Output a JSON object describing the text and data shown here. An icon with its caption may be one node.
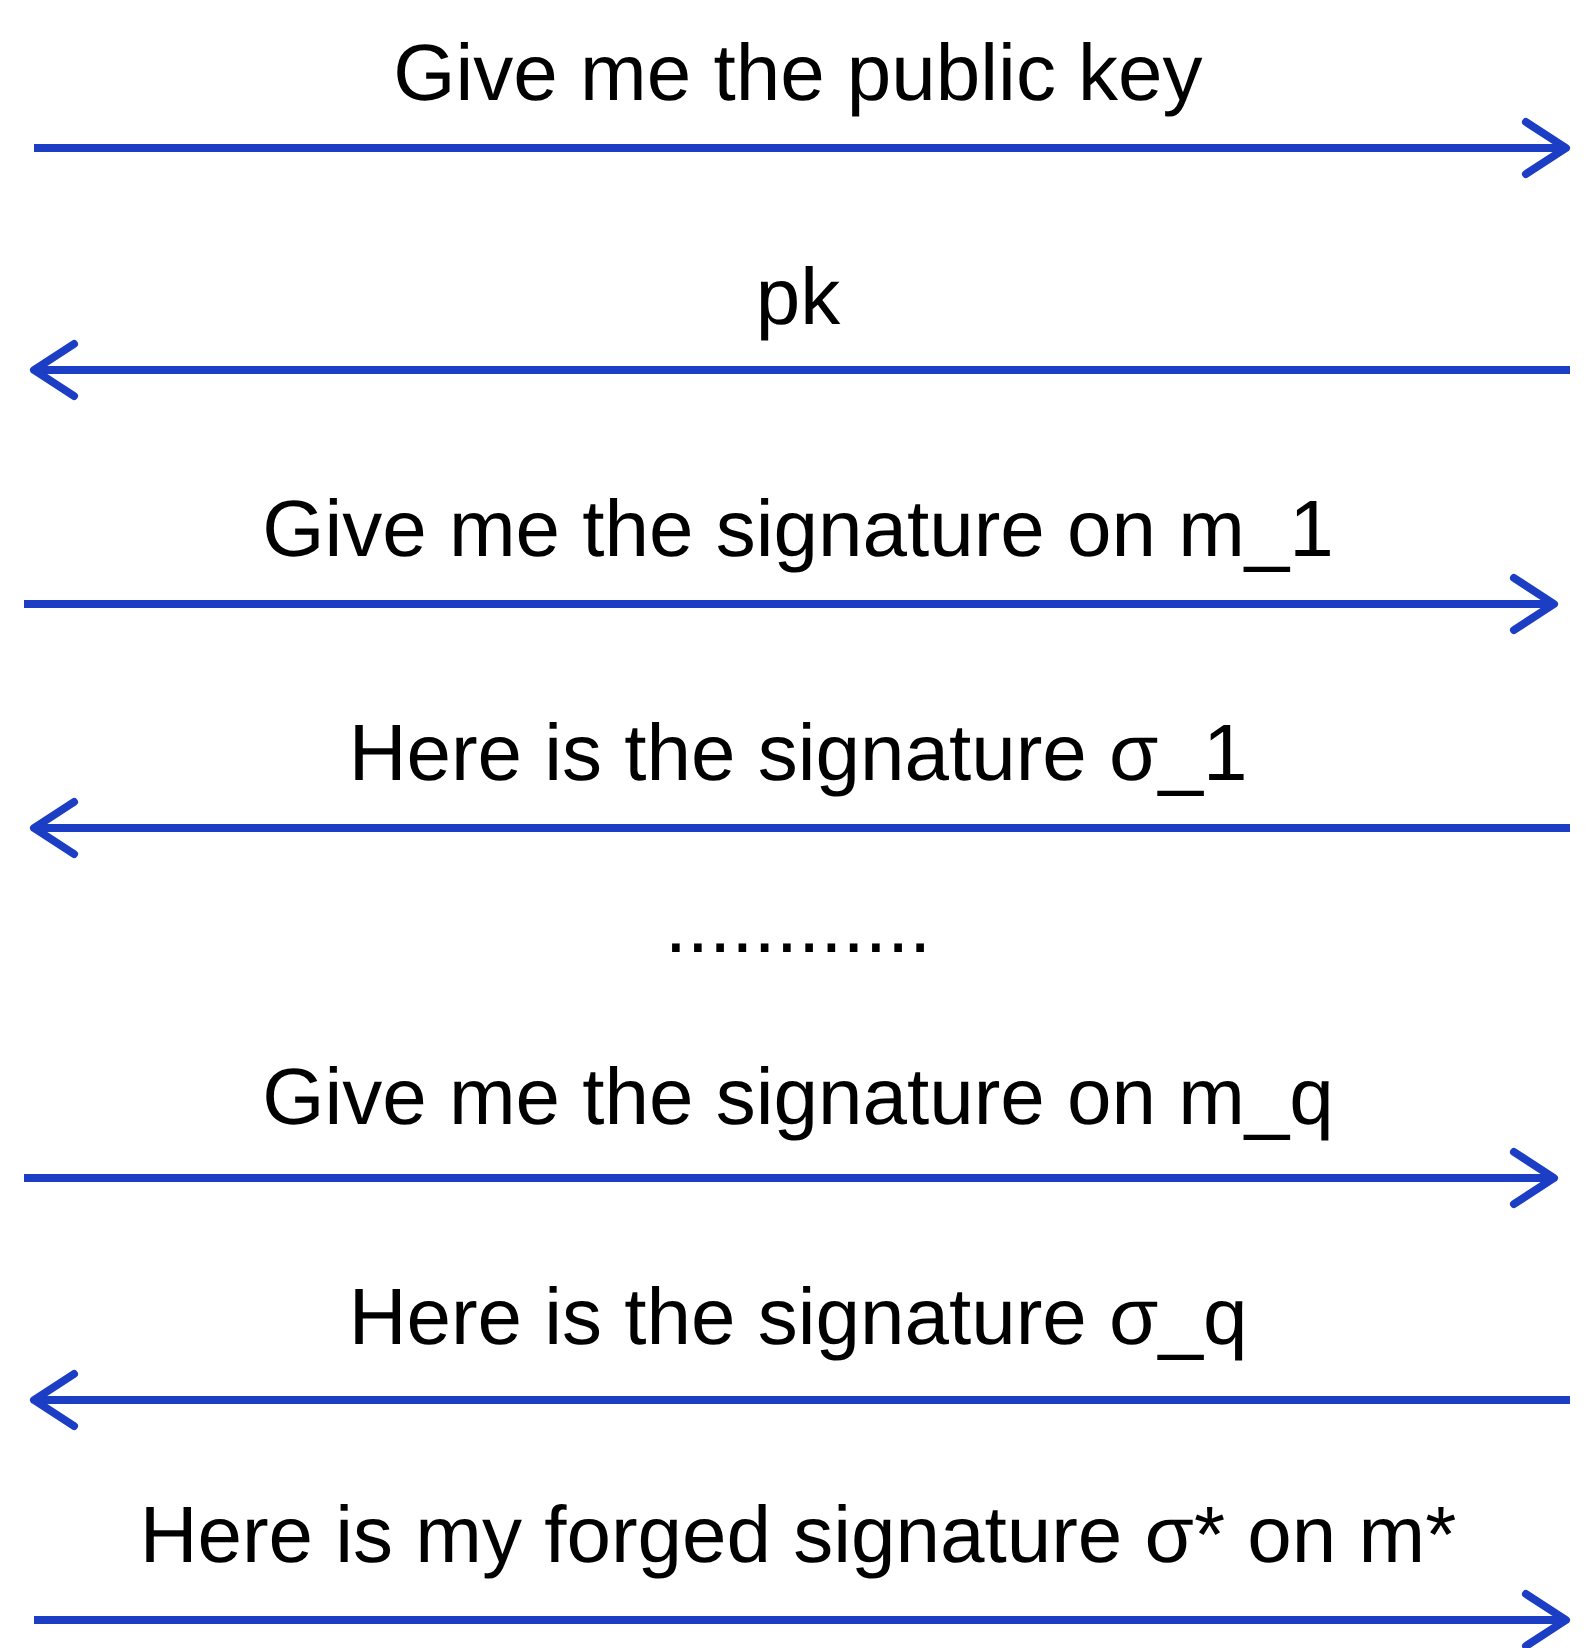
{
  "diagram": {
    "labels": [
      "Give me the public key",
      "pk",
      "Give me the signature on m_1",
      "Here is the signature σ_1",
      "............",
      "Give me the signature on m_q",
      "Here is the signature σ_q",
      "Here is my forged signature σ* on m*"
    ]
  }
}
